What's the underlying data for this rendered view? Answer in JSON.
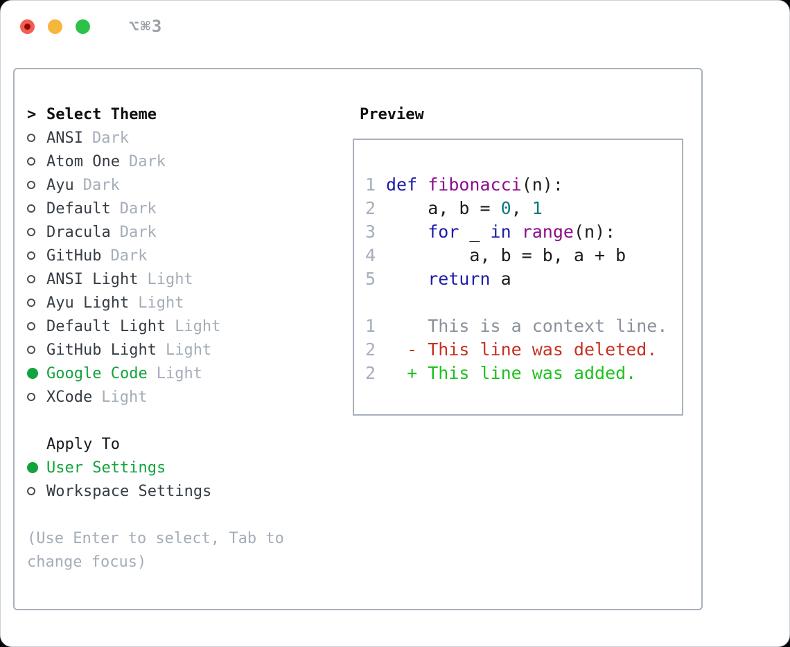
{
  "window": {
    "title": "⌥⌘3",
    "icons": {
      "close": "traffic-light-close-icon",
      "minimize": "traffic-light-minimize-icon",
      "zoom": "traffic-light-zoom-icon"
    }
  },
  "colors": {
    "accent_green": "#12a33c",
    "diff_green": "#1dc21d",
    "diff_red": "#c53122",
    "keyword_blue": "#1d1daa",
    "function_purple": "#8c0e8c",
    "literal_teal": "#0a7a7e",
    "code_text": "#1c1c1c",
    "muted_gray": "#a4adb8",
    "item_gray": "#363d44",
    "line_number_gray": "#a7aebb",
    "context_gray": "#8a919c",
    "border_gray": "#a9b1bb",
    "title_gray": "#9aa1a8",
    "traffic_red": "#f45c53",
    "traffic_red_dot": "#8e0b01",
    "traffic_yellow": "#f6b53b",
    "traffic_green": "#2cc149"
  },
  "theme_picker": {
    "cursor": ">",
    "title": "Select Theme",
    "items": [
      {
        "name": "ANSI",
        "tag": "Dark",
        "selected": false
      },
      {
        "name": "Atom One",
        "tag": "Dark",
        "selected": false
      },
      {
        "name": "Ayu",
        "tag": "Dark",
        "selected": false
      },
      {
        "name": "Default",
        "tag": "Dark",
        "selected": false
      },
      {
        "name": "Dracula",
        "tag": "Dark",
        "selected": false
      },
      {
        "name": "GitHub",
        "tag": "Dark",
        "selected": false
      },
      {
        "name": "ANSI Light",
        "tag": "Light",
        "selected": false
      },
      {
        "name": "Ayu Light",
        "tag": "Light",
        "selected": false
      },
      {
        "name": "Default Light",
        "tag": "Light",
        "selected": false
      },
      {
        "name": "GitHub Light",
        "tag": "Light",
        "selected": false
      },
      {
        "name": "Google Code",
        "tag": "Light",
        "selected": true
      },
      {
        "name": "XCode",
        "tag": "Light",
        "selected": false
      }
    ],
    "apply_to": {
      "title": "Apply To",
      "options": [
        {
          "name": "User Settings",
          "selected": true
        },
        {
          "name": "Workspace Settings",
          "selected": false
        }
      ]
    },
    "hint": {
      "line1": "(Use Enter to select, Tab to",
      "line2": "change focus)"
    }
  },
  "preview": {
    "title": "Preview",
    "lines": [
      {
        "num": "1",
        "tokens": [
          {
            "t": "def",
            "c": "kw"
          },
          {
            "t": " ",
            "c": "p"
          },
          {
            "t": "fibonacci",
            "c": "fn"
          },
          {
            "t": "(n):",
            "c": "p"
          }
        ]
      },
      {
        "num": "2",
        "tokens": [
          {
            "t": "    a, b = ",
            "c": "p"
          },
          {
            "t": "0",
            "c": "lit"
          },
          {
            "t": ", ",
            "c": "p"
          },
          {
            "t": "1",
            "c": "lit"
          }
        ]
      },
      {
        "num": "3",
        "tokens": [
          {
            "t": "    ",
            "c": "p"
          },
          {
            "t": "for",
            "c": "kw"
          },
          {
            "t": " _ ",
            "c": "p"
          },
          {
            "t": "in",
            "c": "kw"
          },
          {
            "t": " ",
            "c": "p"
          },
          {
            "t": "range",
            "c": "fn"
          },
          {
            "t": "(n):",
            "c": "p"
          }
        ]
      },
      {
        "num": "4",
        "tokens": [
          {
            "t": "        a, b = b, a + b",
            "c": "p"
          }
        ]
      },
      {
        "num": "5",
        "tokens": [
          {
            "t": "    ",
            "c": "p"
          },
          {
            "t": "return",
            "c": "kw"
          },
          {
            "t": " a",
            "c": "p"
          }
        ]
      },
      {
        "num": "",
        "tokens": []
      },
      {
        "num": "1",
        "tokens": [
          {
            "t": "    This is a context line.",
            "c": "ctx"
          }
        ]
      },
      {
        "num": "2",
        "tokens": [
          {
            "t": "  - This line was deleted.",
            "c": "del"
          }
        ]
      },
      {
        "num": "2",
        "tokens": [
          {
            "t": "  + This line was added.",
            "c": "add"
          }
        ]
      }
    ]
  }
}
